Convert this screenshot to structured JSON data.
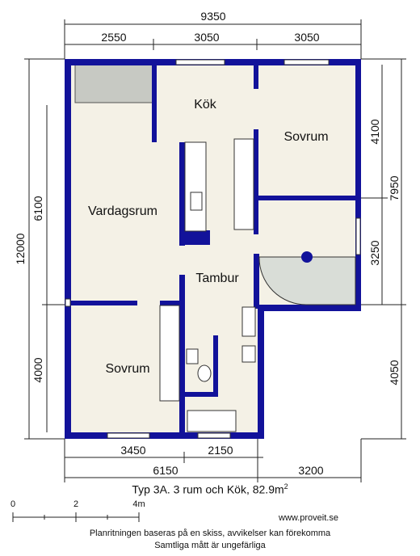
{
  "plan": {
    "dims_top": {
      "total": "9350",
      "seg1": "2550",
      "seg2": "3050",
      "seg3": "3050"
    },
    "dims_bottom": {
      "seg1": "3450",
      "seg2": "2150",
      "total_left": "6150",
      "right": "3200"
    },
    "dims_left": {
      "total": "12000",
      "upper": "6100",
      "lower": "4000"
    },
    "dims_right": {
      "seg1": "4100",
      "total": "7950",
      "seg2": "3250",
      "seg3": "4050"
    },
    "rooms": {
      "kitchen": "Kök",
      "bedroom_top": "Sovrum",
      "living": "Vardagsrum",
      "hall": "Tambur",
      "bedroom_bottom": "Sovrum"
    }
  },
  "caption": {
    "text": "Typ 3A. 3 rum och Kök, 82.9m",
    "sup": "2"
  },
  "scale": {
    "labels": [
      "0",
      "2",
      "4m"
    ]
  },
  "website": "www.proveit.se",
  "disclaimer": {
    "line1": "Planritningen baseras på en skiss, avvikelser kan förekomma",
    "line2": "Samtliga mått är ungefärliga"
  }
}
